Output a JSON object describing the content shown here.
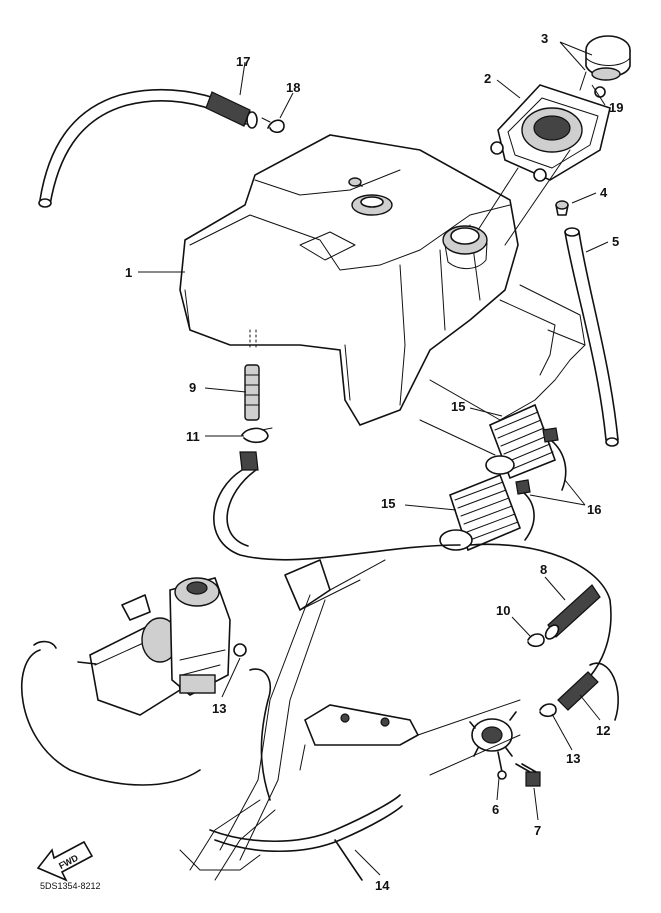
{
  "callouts": {
    "c1": "1",
    "c2": "2",
    "c3": "3",
    "c4": "4",
    "c5": "5",
    "c6": "6",
    "c7": "7",
    "c8": "8",
    "c9": "9",
    "c10": "10",
    "c11": "11",
    "c12": "12",
    "c13a": "13",
    "c13b": "13",
    "c14": "14",
    "c15a": "15",
    "c15b": "15",
    "c16": "16",
    "c17": "17",
    "c18": "18",
    "c19": "19"
  },
  "fwd_label": "FWD",
  "drawing_code": "5DS1354-8212"
}
